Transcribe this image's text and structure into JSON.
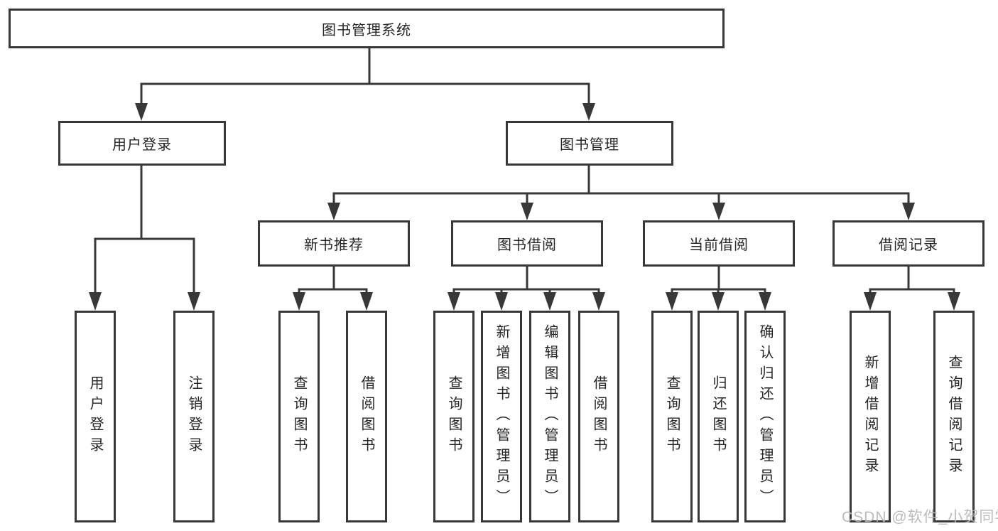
{
  "colors": {
    "line": "#383838",
    "box_border": "#383838",
    "box_bg": "#ffffff",
    "text": "#252525",
    "watermark": "#b7b7b7"
  },
  "tree": {
    "root": {
      "label": "图书管理系统"
    },
    "level1": [
      {
        "label": "用户登录"
      },
      {
        "label": "图书管理"
      }
    ],
    "login_children": [
      {
        "label": "用户登录"
      },
      {
        "label": "注销登录"
      }
    ],
    "modules": [
      {
        "label": "新书推荐",
        "children": [
          {
            "label": "查询图书"
          },
          {
            "label": "借阅图书"
          }
        ]
      },
      {
        "label": "图书借阅",
        "children": [
          {
            "label": "查询图书"
          },
          {
            "label": "新增图书（管理员）"
          },
          {
            "label": "编辑图书（管理员）"
          },
          {
            "label": "借阅图书"
          }
        ]
      },
      {
        "label": "当前借阅",
        "children": [
          {
            "label": "查询图书"
          },
          {
            "label": "归还图书"
          },
          {
            "label": "确认归还（管理员）"
          }
        ]
      },
      {
        "label": "借阅记录",
        "children": [
          {
            "label": "新增借阅记录"
          },
          {
            "label": "查询借阅记录"
          }
        ]
      }
    ]
  },
  "watermark": {
    "text": "CSDN @软件_小贺同学"
  }
}
